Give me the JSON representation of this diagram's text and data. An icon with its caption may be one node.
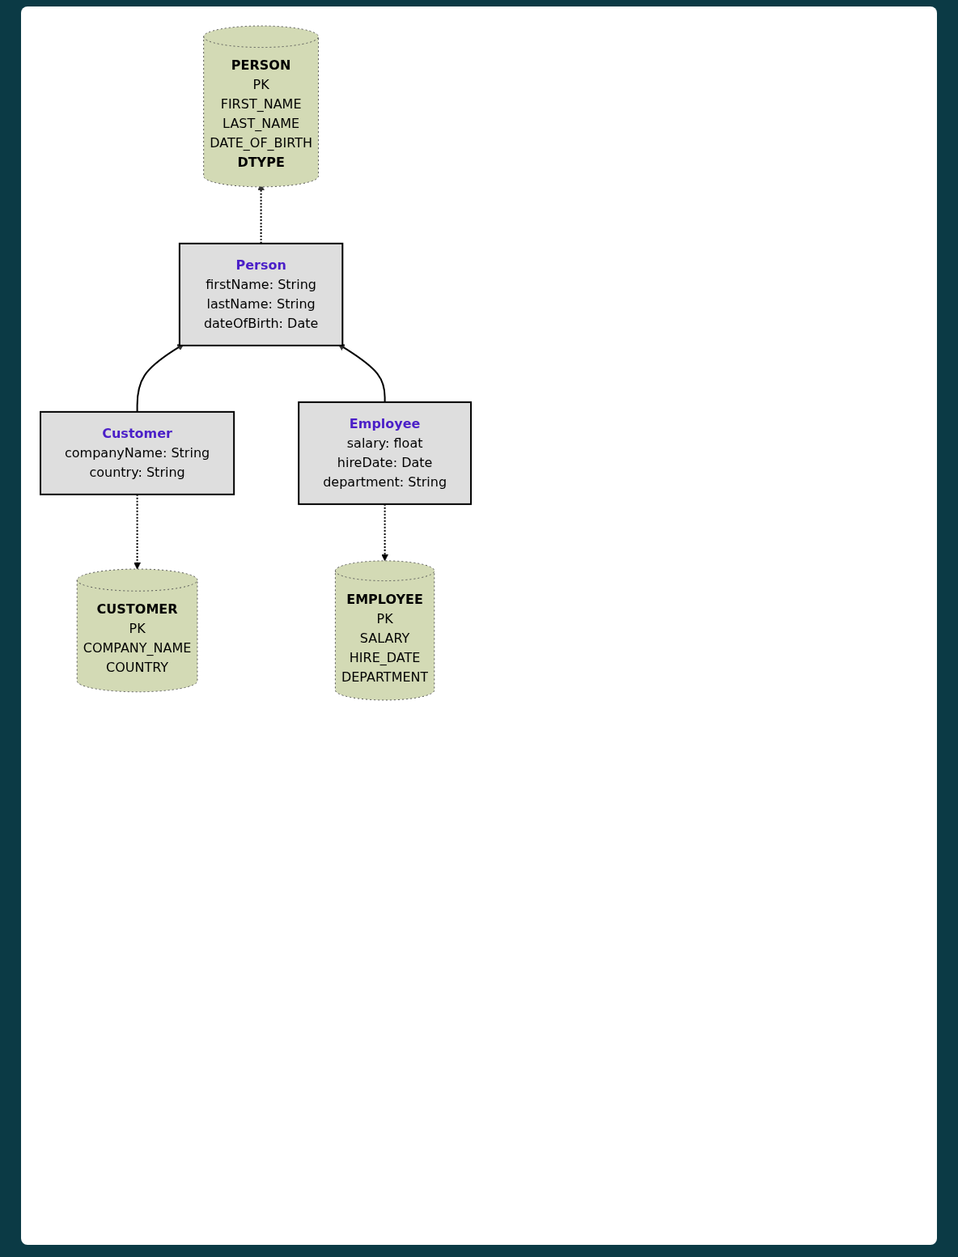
{
  "diagram": {
    "nodes": [
      {
        "text": [
          "PERSON",
          "PK",
          "FIRST_NAME",
          "LAST_NAME",
          "DATE_OF_BIRTH",
          "DTYPE"
        ]
      },
      {
        "text": [
          "Person",
          "firstName: String",
          "lastName: String",
          "dateOfBirth: Date"
        ]
      },
      {
        "text": [
          "Customer",
          "companyName: String",
          "country: String"
        ]
      },
      {
        "text": [
          "Employee",
          "salary: float",
          "hireDate: Date",
          "department: String"
        ]
      },
      {
        "text": [
          "CUSTOMER",
          "PK",
          "COMPANY_NAME",
          "COUNTRY"
        ]
      },
      {
        "text": [
          "EMPLOYEE",
          "PK",
          "SALARY",
          "HIRE_DATE",
          "DEPARTMENT"
        ]
      }
    ],
    "edges": [
      {
        "from": 1,
        "to": 0,
        "arrow": "to",
        "style": "dashed"
      },
      {
        "from": 2,
        "to": 1,
        "arrow": "to"
      },
      {
        "from": 3,
        "to": 1,
        "arrow": "to"
      },
      {
        "from": 2,
        "to": 4,
        "arrow": "to",
        "style": "dashed"
      },
      {
        "from": 3,
        "to": 5,
        "arrow": "to",
        "style": "dashed"
      }
    ]
  }
}
